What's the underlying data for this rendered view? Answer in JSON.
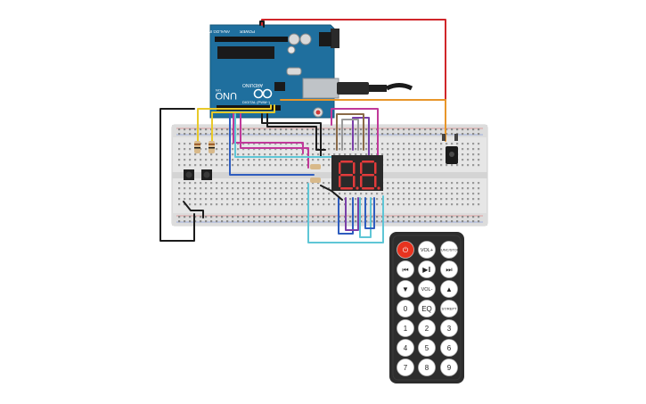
{
  "arduino": {
    "model_text": "UNO",
    "brand_text": "ARDUINO",
    "power_header": "POWER",
    "analog_header": "ANALOG IN",
    "digital_header": "DIGITAL (PWM~)",
    "on_label": "ON",
    "tx_label": "TX",
    "rx_label": "RX",
    "l_label": "L"
  },
  "display": {
    "digits": [
      "8.",
      "8."
    ]
  },
  "remote": {
    "buttons": [
      {
        "label": "⏻",
        "name": "power-button",
        "kind": "power"
      },
      {
        "label": "VOL+",
        "name": "vol-up-button"
      },
      {
        "label": "FUNC/STOP",
        "name": "func-stop-button"
      },
      {
        "label": "⏮",
        "name": "prev-button"
      },
      {
        "label": "▶‖",
        "name": "play-pause-button"
      },
      {
        "label": "⏭",
        "name": "next-button"
      },
      {
        "label": "▼",
        "name": "down-button"
      },
      {
        "label": "VOL-",
        "name": "vol-down-button"
      },
      {
        "label": "▲",
        "name": "up-button"
      },
      {
        "label": "0",
        "name": "digit-0-button"
      },
      {
        "label": "EQ",
        "name": "eq-button"
      },
      {
        "label": "ST/REPT",
        "name": "st-rept-button"
      },
      {
        "label": "1",
        "name": "digit-1-button"
      },
      {
        "label": "2",
        "name": "digit-2-button"
      },
      {
        "label": "3",
        "name": "digit-3-button"
      },
      {
        "label": "4",
        "name": "digit-4-button"
      },
      {
        "label": "5",
        "name": "digit-5-button"
      },
      {
        "label": "6",
        "name": "digit-6-button"
      },
      {
        "label": "7",
        "name": "digit-7-button"
      },
      {
        "label": "8",
        "name": "digit-8-button"
      },
      {
        "label": "9",
        "name": "digit-9-button"
      }
    ]
  },
  "colors": {
    "arduino_board": "#1f6f9e",
    "breadboard": "#e6e6e6",
    "remote_body": "#2d2d2d",
    "power_button": "#e8331f",
    "wire_red": "#d0262a",
    "wire_orange": "#e8962a",
    "wire_black": "#1b1b1b",
    "wire_magenta": "#c0399a",
    "wire_cyan": "#5fc6d6",
    "wire_blue": "#2e5dbf",
    "wire_purple": "#7a3fa8",
    "wire_brown": "#8a6a48",
    "wire_gray": "#9a9a9a",
    "wire_yellow": "#e8c92a",
    "display_body": "#2a2a2a",
    "segment_on": "#e23b3b"
  }
}
